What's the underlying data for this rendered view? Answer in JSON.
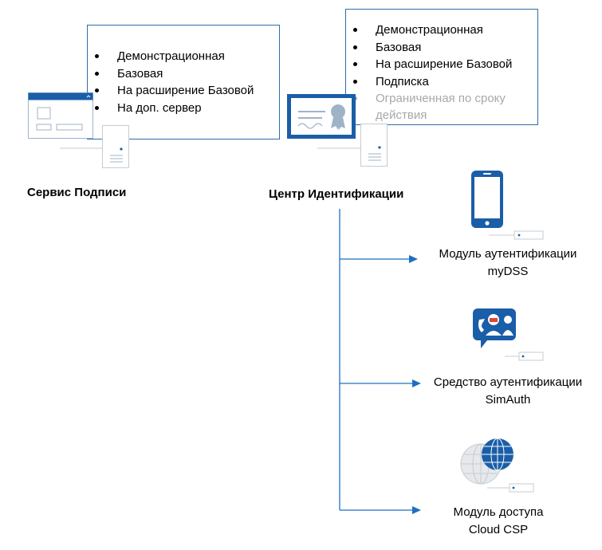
{
  "signature_service": {
    "title": "Сервис Подписи",
    "licenses": [
      "Демонстрационная",
      "Базовая",
      "На расширение Базовой",
      "На доп. сервер"
    ]
  },
  "identity_center": {
    "title": "Центр Идентификации",
    "licenses": [
      "Демонстрационная",
      "Базовая",
      "На расширение Базовой",
      "Подписка"
    ],
    "licenses_inactive": [
      "Ограниченная по сроку действия"
    ]
  },
  "modules": [
    {
      "line1": "Модуль аутентификации",
      "line2": "myDSS",
      "icon": "smartphone-icon"
    },
    {
      "line1": "Средство аутентификации",
      "line2": "SimAuth",
      "icon": "sim-support-icon"
    },
    {
      "line1": "Модуль доступа",
      "line2": "Cloud CSP",
      "icon": "globe-icon"
    }
  ],
  "colors": {
    "accent": "#1a5ea8",
    "border": "#2e6ca8",
    "connector": "#1f6fc0",
    "inactive_text": "#a8a8a8"
  }
}
